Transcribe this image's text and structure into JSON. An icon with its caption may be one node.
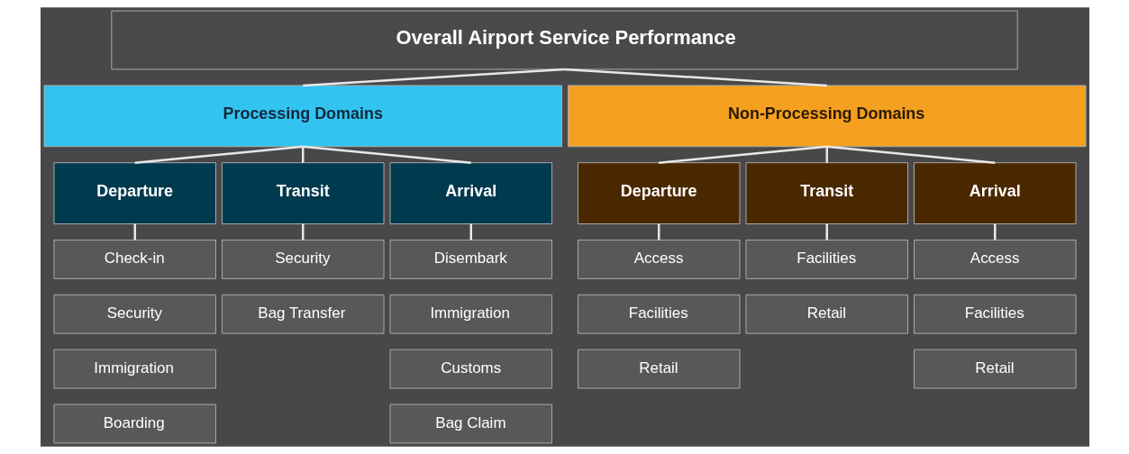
{
  "diagram": {
    "nodes": [
      {
        "text": [
          "Overall Airport Service Performance"
        ]
      },
      {
        "text": [
          "Processing Domains"
        ]
      },
      {
        "text": [
          "Non-Processing Domains"
        ]
      },
      {
        "text": [
          "Departure"
        ]
      },
      {
        "text": [
          "Transit"
        ]
      },
      {
        "text": [
          "Arrival"
        ]
      },
      {
        "text": [
          "Departure"
        ]
      },
      {
        "text": [
          "Transit"
        ]
      },
      {
        "text": [
          "Arrival"
        ]
      },
      {
        "text": [
          "Check-in"
        ]
      },
      {
        "text": [
          "Security"
        ]
      },
      {
        "text": [
          "Immigration"
        ]
      },
      {
        "text": [
          "Boarding"
        ]
      },
      {
        "text": [
          "Security"
        ]
      },
      {
        "text": [
          "Bag Transfer"
        ]
      },
      {
        "text": [
          "Disembark"
        ]
      },
      {
        "text": [
          "Immigration"
        ]
      },
      {
        "text": [
          "Customs"
        ]
      },
      {
        "text": [
          "Bag Claim"
        ]
      },
      {
        "text": [
          "Access"
        ]
      },
      {
        "text": [
          "Facilities"
        ]
      },
      {
        "text": [
          "Retail"
        ]
      },
      {
        "text": [
          "Facilities"
        ]
      },
      {
        "text": [
          "Retail"
        ]
      },
      {
        "text": [
          "Access"
        ]
      },
      {
        "text": [
          "Facilities"
        ]
      },
      {
        "text": [
          "Retail"
        ]
      }
    ],
    "edges": [
      {
        "from": 0,
        "to": 1,
        "arrow": "none"
      },
      {
        "from": 0,
        "to": 2,
        "arrow": "none"
      },
      {
        "from": 1,
        "to": 3,
        "arrow": "none"
      },
      {
        "from": 1,
        "to": 4,
        "arrow": "none"
      },
      {
        "from": 1,
        "to": 5,
        "arrow": "none"
      },
      {
        "from": 2,
        "to": 6,
        "arrow": "none"
      },
      {
        "from": 2,
        "to": 7,
        "arrow": "none"
      },
      {
        "from": 2,
        "to": 8,
        "arrow": "none"
      },
      {
        "from": 3,
        "to": 9,
        "arrow": "none"
      },
      {
        "from": 4,
        "to": 13,
        "arrow": "none"
      },
      {
        "from": 5,
        "to": 15,
        "arrow": "none"
      },
      {
        "from": 6,
        "to": 19,
        "arrow": "none"
      },
      {
        "from": 7,
        "to": 22,
        "arrow": "none"
      },
      {
        "from": 8,
        "to": 24,
        "arrow": "none"
      }
    ]
  }
}
